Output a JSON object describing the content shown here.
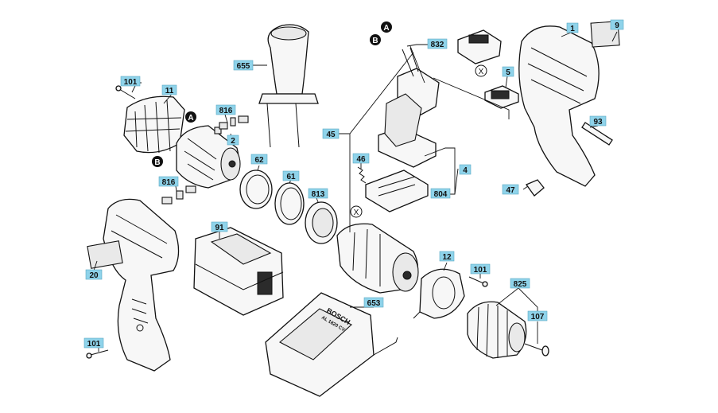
{
  "diagram": {
    "labels": {
      "p1": "1",
      "p9": "9",
      "p832": "832",
      "p655": "655",
      "p101a": "101",
      "p11": "11",
      "p816a": "816",
      "p2": "2",
      "p5": "5",
      "p93": "93",
      "p45": "45",
      "p46": "46",
      "p4": "4",
      "p804": "804",
      "p47": "47",
      "p62": "62",
      "p61": "61",
      "p813": "813",
      "p816b": "816",
      "p91": "91",
      "p20": "20",
      "p12": "12",
      "p101b": "101",
      "p825": "825",
      "p653": "653",
      "p107": "107",
      "p101c": "101"
    },
    "markers": {
      "a1": "A",
      "b1": "B",
      "a2": "A",
      "b2": "B",
      "x1": "X",
      "x2": "X"
    },
    "brand_text": "BOSCH",
    "charger_model": "AL 1820 CV"
  }
}
